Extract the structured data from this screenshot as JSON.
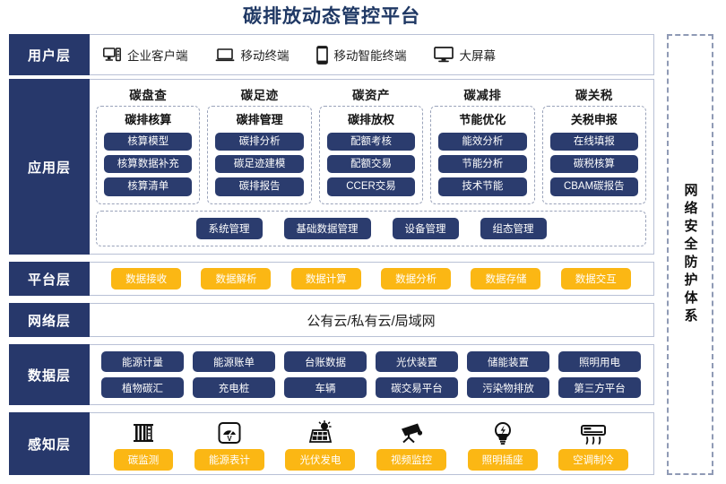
{
  "title": "碳排放动态管控平台",
  "colors": {
    "navy": "#27386b",
    "pill_navy": "#2b3c6e",
    "yellow": "#fbb714",
    "title_blue": "#1f3864",
    "border": "#b9c1d6",
    "dashed": "#9aa3ba"
  },
  "security_panel": {
    "label": "网络安全防护体系"
  },
  "layers": {
    "user": {
      "label": "用户层",
      "items": [
        {
          "icon": "desktop-tower-icon",
          "label": "企业客户端"
        },
        {
          "icon": "laptop-icon",
          "label": "移动终端"
        },
        {
          "icon": "smartphone-icon",
          "label": "移动智能终端"
        },
        {
          "icon": "monitor-icon",
          "label": "大屏幕"
        }
      ]
    },
    "application": {
      "label": "应用层",
      "groups": [
        {
          "title": "碳盘查",
          "subtitle": "碳排核算",
          "items": [
            "核算模型",
            "核算数据补充",
            "核算清单"
          ]
        },
        {
          "title": "碳足迹",
          "subtitle": "碳排管理",
          "items": [
            "碳排分析",
            "碳足迹建模",
            "碳排报告"
          ]
        },
        {
          "title": "碳资产",
          "subtitle": "碳排放权",
          "items": [
            "配额考核",
            "配额交易",
            "CCER交易"
          ]
        },
        {
          "title": "碳减排",
          "subtitle": "节能优化",
          "items": [
            "能效分析",
            "节能分析",
            "技术节能"
          ]
        },
        {
          "title": "碳关税",
          "subtitle": "关税申报",
          "items": [
            "在线填报",
            "碳税核算",
            "CBAM碳报告"
          ]
        }
      ],
      "common": [
        "系统管理",
        "基础数据管理",
        "设备管理",
        "组态管理"
      ]
    },
    "platform": {
      "label": "平台层",
      "items": [
        "数据接收",
        "数据解析",
        "数据计算",
        "数据分析",
        "数据存储",
        "数据交互"
      ]
    },
    "network": {
      "label": "网络层",
      "text": "公有云/私有云/局域网"
    },
    "data": {
      "label": "数据层",
      "row1": [
        "能源计量",
        "能源账单",
        "台账数据",
        "光伏装置",
        "储能装置",
        "照明用电"
      ],
      "row2": [
        "植物碳汇",
        "充电桩",
        "车辆",
        "碳交易平台",
        "污染物排放",
        "第三方平台"
      ]
    },
    "sensing": {
      "label": "感知层",
      "items": [
        {
          "icon": "carbon-monitor-icon",
          "label": "碳监测"
        },
        {
          "icon": "energy-meter-icon",
          "label": "能源表计"
        },
        {
          "icon": "solar-panel-icon",
          "label": "光伏发电"
        },
        {
          "icon": "cctv-camera-icon",
          "label": "视频监控"
        },
        {
          "icon": "lightbulb-icon",
          "label": "照明插座"
        },
        {
          "icon": "air-conditioner-icon",
          "label": "空调制冷"
        }
      ]
    }
  }
}
